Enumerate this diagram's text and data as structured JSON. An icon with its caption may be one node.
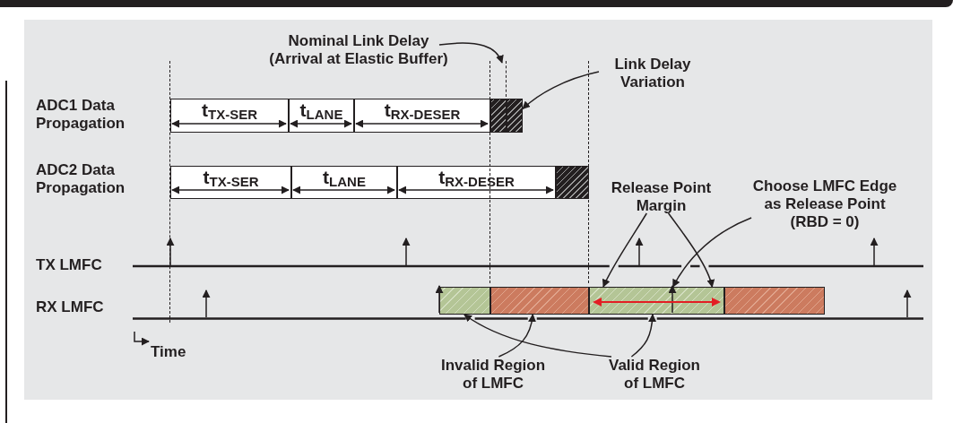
{
  "diagram": {
    "nodes": [
      {
        "text": [
          "t$_{TX-SER}$"
        ]
      },
      {
        "text": [
          "t$_{LANE}$"
        ]
      },
      {
        "text": [
          "t$_{RX-DESER}$"
        ]
      },
      {
        "text": [],
        "shape": "box"
      },
      {
        "text": [],
        "shape": "box"
      },
      {
        "text": [
          "t$_{TX-SER}$"
        ]
      },
      {
        "text": [
          "t$_{LANE}$"
        ]
      },
      {
        "text": [
          "t$_{RX-DESER}$"
        ]
      },
      {
        "text": [],
        "shape": "box"
      },
      {
        "text": [],
        "shape": "box"
      },
      {
        "text": [],
        "shape": "box"
      },
      {
        "text": [],
        "shape": "box"
      },
      {
        "text": [],
        "shape": "box"
      },
      {
        "text": [
          "Nominal Link Delay (Arrival at Elastic Buffer)"
        ]
      },
      {
        "text": [
          "Link Delay Variation"
        ]
      },
      {
        "text": [
          "Release Point Margin"
        ]
      },
      {
        "text": [
          "Choose LMFC Edge as Release Point (RBD = 0)"
        ]
      },
      {
        "text": [
          "Invalid Region of LMFC"
        ]
      },
      {
        "text": [
          "Valid Region of LMFC"
        ]
      }
    ],
    "edges": [
      {
        "from": 13,
        "to": null,
        "arrow": "to"
      },
      {
        "from": 14,
        "to": 4,
        "arrow": "to"
      },
      {
        "from": 15,
        "to": 11,
        "arrow": "to"
      },
      {
        "from": 15,
        "to": 11,
        "arrow": "to"
      },
      {
        "from": 16,
        "to": 11,
        "arrow": "to"
      },
      {
        "from": 17,
        "to": 10,
        "arrow": "to"
      },
      {
        "from": 18,
        "to": 9,
        "arrow": "to"
      },
      {
        "from": 18,
        "to": 11,
        "arrow": "to"
      }
    ],
    "labels": [
      "ADC1 Data Propagation",
      "ADC2 Data Propagation",
      "TX LMFC",
      "RX LMFC",
      "Time"
    ]
  }
}
